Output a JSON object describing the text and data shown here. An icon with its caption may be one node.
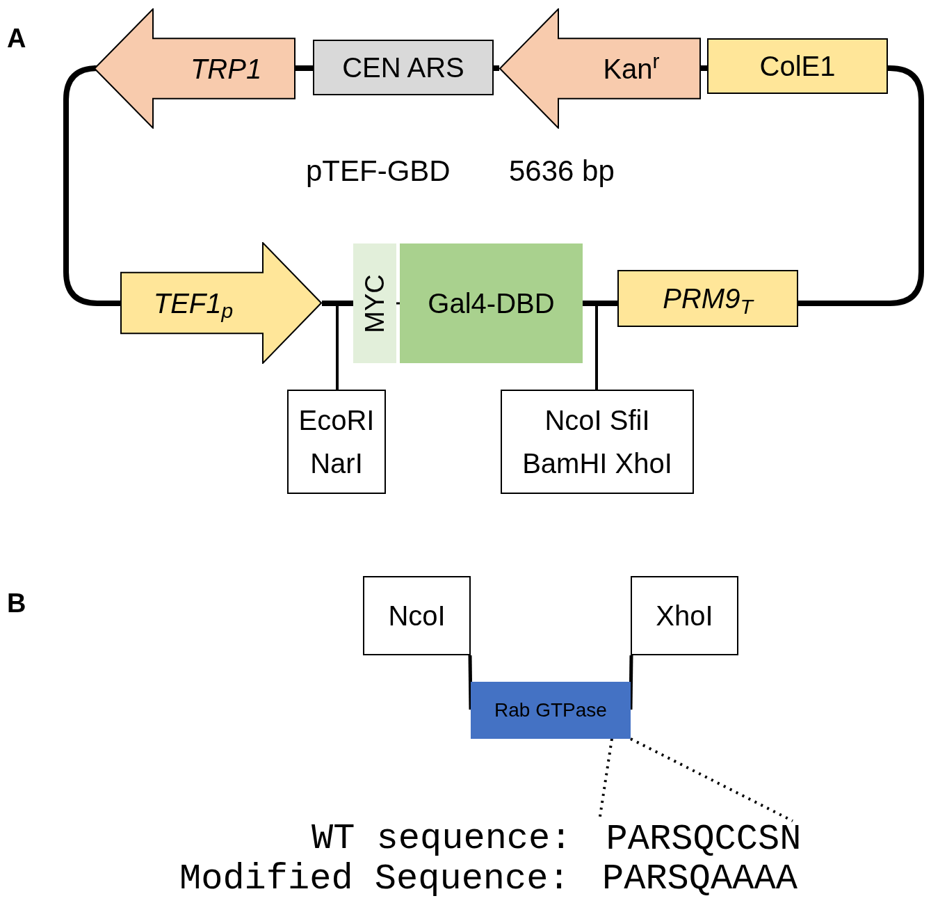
{
  "diagram": {
    "nodes": [
      {
        "text": [
          "TRP1"
        ]
      },
      {
        "text": [
          "CEN ARS"
        ]
      },
      {
        "text": [
          "Kan$^{r}$"
        ]
      },
      {
        "text": [
          "ColE1"
        ]
      },
      {
        "text": [
          "TEF1$_{p}$"
        ]
      },
      {
        "text": [
          "MYC"
        ]
      },
      {
        "text": [
          "Gal4-DBD"
        ]
      },
      {
        "text": [
          "PRM9$_{T}$"
        ]
      },
      {
        "text": [
          "EcoRI",
          "NarI"
        ]
      },
      {
        "text": [
          "NcoI SfiI",
          "BamHI XhoI"
        ]
      },
      {
        "text": [
          "NcoI"
        ]
      },
      {
        "text": [
          "XhoI"
        ]
      },
      {
        "text": [
          "Rab GTPase"
        ]
      },
      {
        "text": [
          "PARSQCCSN"
        ]
      }
    ],
    "edges": [
      {
        "from": 0,
        "to": 1,
        "arrow": "none"
      },
      {
        "from": 1,
        "to": 2,
        "arrow": "none"
      },
      {
        "from": 2,
        "to": 3,
        "arrow": "none"
      },
      {
        "from": 3,
        "to": 7,
        "arrow": "none"
      },
      {
        "from": 7,
        "to": 6,
        "arrow": "none"
      },
      {
        "from": 6,
        "to": 5,
        "arrow": "none"
      },
      {
        "from": 5,
        "to": 4,
        "arrow": "none"
      },
      {
        "from": 4,
        "to": 0,
        "arrow": "none"
      },
      {
        "from": 8,
        "to": null,
        "arrow": "none"
      },
      {
        "from": 9,
        "to": null,
        "arrow": "none"
      },
      {
        "from": 10,
        "to": 12,
        "arrow": "none"
      },
      {
        "from": 11,
        "to": 12,
        "arrow": "none"
      },
      {
        "from": 12,
        "to": 13,
        "arrow": "none",
        "style": "dashed"
      },
      {
        "from": 12,
        "to": 13,
        "arrow": "none",
        "style": "dashed"
      }
    ],
    "labels": [
      "A",
      "pTEF-GBD",
      "5636 bp",
      "B",
      "WT sequence:",
      "Modified Sequence:",
      "PARSQAAAA"
    ]
  }
}
